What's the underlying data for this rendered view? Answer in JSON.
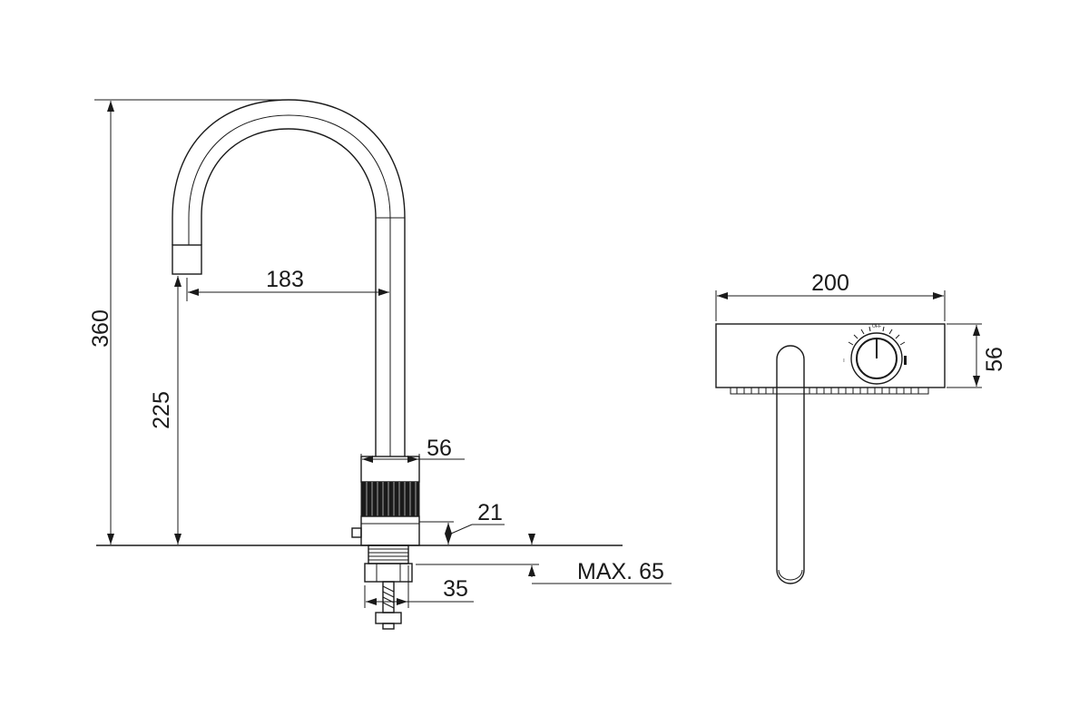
{
  "dimensions": {
    "total_height": "360",
    "spout_height": "225",
    "spout_reach": "183",
    "body_diameter": "56",
    "base_height": "21",
    "max_thickness": "MAX. 65",
    "shank_width": "35",
    "width": "200",
    "depth": "56"
  },
  "knob_scale": {
    "left": "I",
    "center": "OFF",
    "right": "I"
  },
  "colors": {
    "line": "#1a1a1a",
    "background": "#ffffff"
  }
}
